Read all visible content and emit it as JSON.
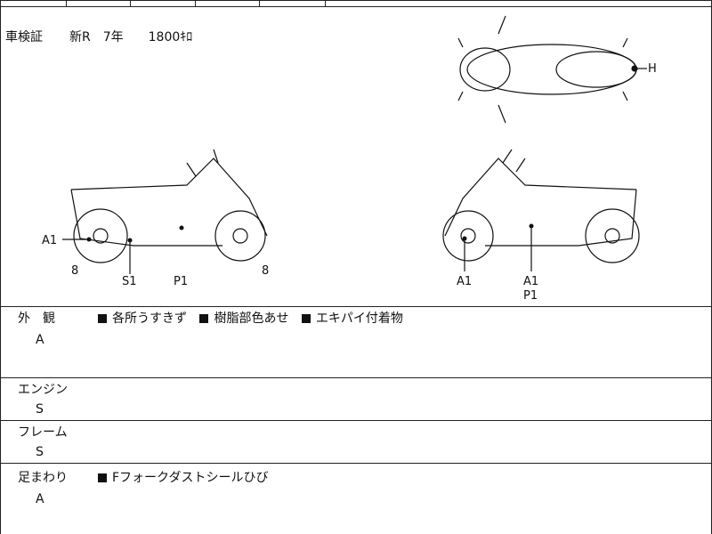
{
  "header": {
    "registration_label": "車検証",
    "registration_value": "新R　7年　　1800ｷﾛ"
  },
  "diagram_labels": {
    "top_h": "H",
    "left_a1": "A1",
    "left_8a": "8",
    "left_s1": "S1",
    "left_p1": "P1",
    "left_8b": "8",
    "right_a1": "A1",
    "right_a1b": "A1",
    "right_p1": "P1"
  },
  "sections": [
    {
      "label": "外　観",
      "grade": "A",
      "notes": [
        "各所うすきず",
        "樹脂部色あせ",
        "エキパイ付着物"
      ]
    },
    {
      "label": "エンジン",
      "grade": "S",
      "notes": []
    },
    {
      "label": "フレーム",
      "grade": "S",
      "notes": []
    },
    {
      "label": "足まわり",
      "grade": "A",
      "notes": [
        "Fフォークダストシールひび"
      ]
    }
  ]
}
